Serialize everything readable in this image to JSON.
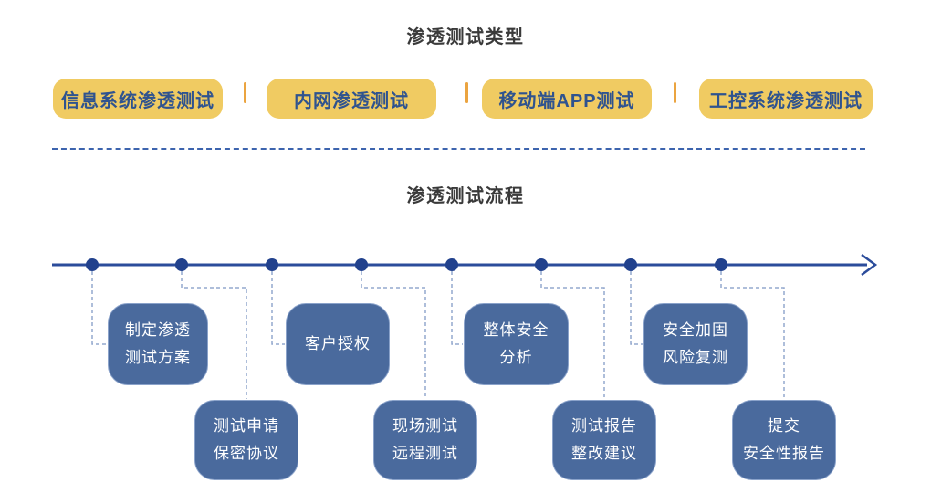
{
  "types_section": {
    "title": "渗透测试类型",
    "items": [
      "信息系统渗透测试",
      "内网渗透测试",
      "移动端APP测试",
      "工控系统渗透测试"
    ]
  },
  "flow_section": {
    "title": "渗透测试流程",
    "steps": [
      {
        "row": "upper",
        "lines": [
          "制定渗透",
          "测试方案"
        ]
      },
      {
        "row": "lower",
        "lines": [
          "测试申请",
          "保密协议"
        ]
      },
      {
        "row": "upper",
        "lines": [
          "客户授权"
        ]
      },
      {
        "row": "lower",
        "lines": [
          "现场测试",
          "远程测试"
        ]
      },
      {
        "row": "upper",
        "lines": [
          "整体安全",
          "分析"
        ]
      },
      {
        "row": "lower",
        "lines": [
          "测试报告",
          "整改建议"
        ]
      },
      {
        "row": "upper",
        "lines": [
          "安全加固",
          "风险复测"
        ]
      },
      {
        "row": "lower",
        "lines": [
          "提交",
          "安全性报告"
        ]
      }
    ],
    "arrow_icon": "arrow-right-icon"
  },
  "colors": {
    "type_button_bg": "#f0cb62",
    "type_button_text": "#2f538f",
    "type_separator": "#eba440",
    "section_divider": "#3d64ae",
    "timeline_axis": "#2b4c9b",
    "timeline_dot": "#21418d",
    "connector_dash": "#94a8ce",
    "flow_box_bg": "#4a6a9d",
    "flow_box_border": "#8aa2ca",
    "flow_box_text": "#ffffff",
    "title_text": "#3a3a3a"
  }
}
